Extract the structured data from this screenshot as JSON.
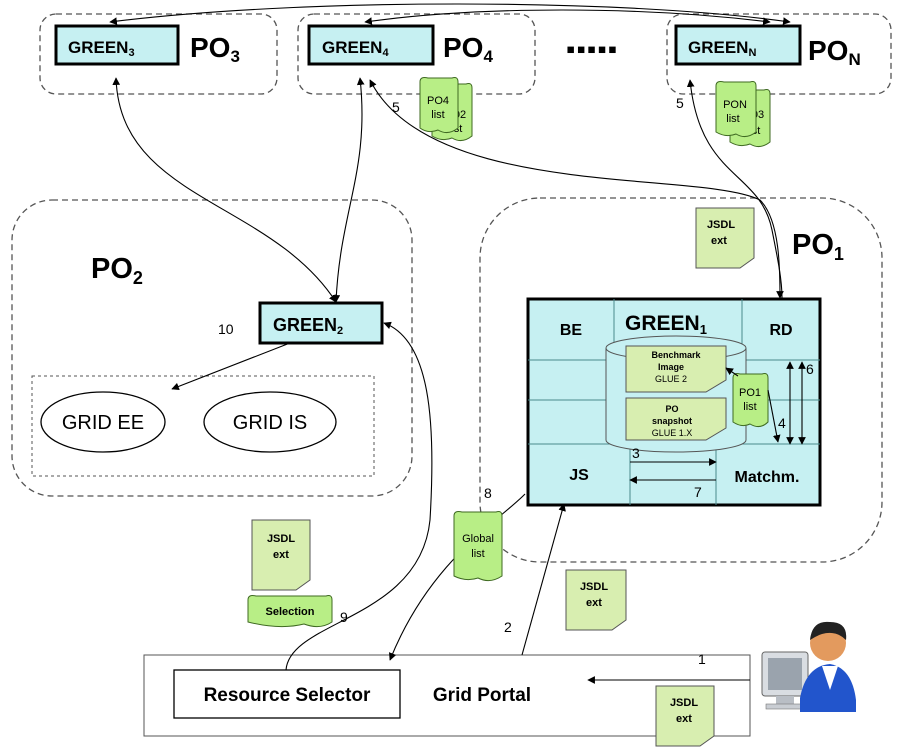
{
  "po_labels": {
    "po3": "PO",
    "po3_sub": "3",
    "po4": "PO",
    "po4_sub": "4",
    "pon": "PO",
    "pon_sub": "N",
    "po2": "PO",
    "po2_sub": "2",
    "po1": "PO",
    "po1_sub": "1"
  },
  "green_nodes": {
    "g3": "GREEN",
    "g3_sub": "3",
    "g4": "GREEN",
    "g4_sub": "4",
    "gn": "GREEN",
    "gn_sub": "N",
    "g2": "GREEN",
    "g2_sub": "2",
    "g1": "GREEN",
    "g1_sub": "1"
  },
  "ellipsis": "▪ ▪ ▪ ▪ ▪",
  "green1_cells": {
    "be": "BE",
    "rd": "RD",
    "js": "JS",
    "matchm": "Matchm."
  },
  "database": {
    "benchmark_line1": "Benchmark",
    "benchmark_line2": "Image",
    "benchmark_line3": "GLUE 2",
    "po_line1": "PO",
    "po_line2": "snapshot",
    "po_line3": "GLUE 1.X"
  },
  "po2_services": {
    "grid_ee": "GRID EE",
    "grid_is": "GRID IS"
  },
  "documents": {
    "jsdl_line1": "JSDL",
    "jsdl_line2": "ext"
  },
  "scrolls": {
    "po4_list_line1": "PO4",
    "po4_list_line2": "list",
    "po4_back_line1": "02",
    "po4_back_line2": "st",
    "pon_list_line1": "PON",
    "pon_list_line2": "list",
    "pon_back_line1": "03",
    "pon_back_line2": "st",
    "po1_list_line1": "PO1",
    "po1_list_line2": "list",
    "global_list_line1": "Global",
    "global_list_line2": "list",
    "selection": "Selection"
  },
  "step_numbers": {
    "s1": "1",
    "s2": "2",
    "s3": "3",
    "s4": "4",
    "s5a": "5",
    "s5b": "5",
    "s6": "6",
    "s7": "7",
    "s8": "8",
    "s9": "9",
    "s10": "10"
  },
  "portal": {
    "resource_selector": "Resource Selector",
    "grid_portal": "Grid Portal"
  },
  "icons": {
    "user": "user-at-computer-icon"
  },
  "colors": {
    "green_node_fill": "#c6f0f2",
    "document_fill": "#d8eeb0",
    "scroll_fill": "#b8ee86"
  }
}
